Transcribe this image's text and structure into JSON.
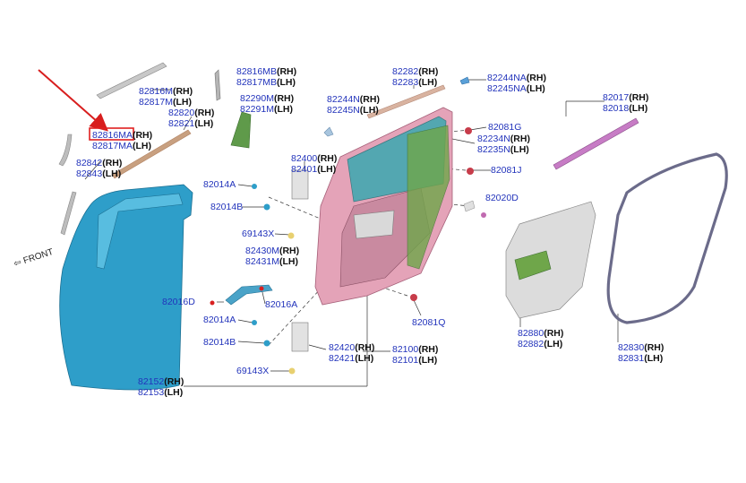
{
  "front_label": "FRONT",
  "colors": {
    "part_number": "#2233bb",
    "side": "#111111",
    "highlight": "#e02020",
    "pointer": "#d81e1e",
    "door_blue": "#2e9ec9",
    "door_pink": "#e4a3b8",
    "glass": "#3aa8b0",
    "green": "#6fa64a",
    "seal": "#6b6b8a"
  },
  "labels": {
    "l01": {
      "p1": "82816M",
      "s1": "(RH)",
      "p2": "82817M",
      "s2": "(LH)"
    },
    "l02": {
      "p1": "82816MA",
      "s1": "(RH)",
      "p2": "82817MA",
      "s2": "(LH)"
    },
    "l03": {
      "p1": "82820",
      "s1": "(RH)",
      "p2": "82821",
      "s2": "(LH)"
    },
    "l04": {
      "p1": "82842",
      "s1": "(RH)",
      "p2": "82843",
      "s2": "(LH)"
    },
    "l05": {
      "p1": "82816MB",
      "s1": "(RH)",
      "p2": "82817MB",
      "s2": "(LH)"
    },
    "l06": {
      "p1": "82290M",
      "s1": "(RH)",
      "p2": "82291M",
      "s2": "(LH)"
    },
    "l07": {
      "p1": "82282",
      "s1": "(RH)",
      "p2": "82283",
      "s2": "(LH)"
    },
    "l08": {
      "p1": "82244NA",
      "s1": "(RH)",
      "p2": "82245NA",
      "s2": "(LH)"
    },
    "l09": {
      "p1": "82244N",
      "s1": "(RH)",
      "p2": "82245N",
      "s2": "(LH)"
    },
    "l10": {
      "p1": "82017",
      "s1": "(RH)",
      "p2": "82018",
      "s2": "(LH)"
    },
    "l11": {
      "p1": "82081G",
      "s1": "",
      "p2": "",
      "s2": ""
    },
    "l12": {
      "p1": "82234N",
      "s1": "(RH)",
      "p2": "82235N",
      "s2": "(LH)"
    },
    "l13": {
      "p1": "82400",
      "s1": "(RH)",
      "p2": "82401",
      "s2": "(LH)"
    },
    "l14": {
      "p1": "82081J",
      "s1": "",
      "p2": "",
      "s2": ""
    },
    "l15": {
      "p1": "82014A",
      "s1": "",
      "p2": "",
      "s2": ""
    },
    "l16": {
      "p1": "82014B",
      "s1": "",
      "p2": "",
      "s2": ""
    },
    "l17": {
      "p1": "82020D",
      "s1": "",
      "p2": "",
      "s2": ""
    },
    "l18": {
      "p1": "69143X",
      "s1": "",
      "p2": "",
      "s2": ""
    },
    "l19": {
      "p1": "82430M",
      "s1": "(RH)",
      "p2": "82431M",
      "s2": "(LH)"
    },
    "l20": {
      "p1": "82016D",
      "s1": "",
      "p2": "",
      "s2": ""
    },
    "l21": {
      "p1": "82016A",
      "s1": "",
      "p2": "",
      "s2": ""
    },
    "l22": {
      "p1": "82081Q",
      "s1": "",
      "p2": "",
      "s2": ""
    },
    "l23": {
      "p1": "82014A",
      "s1": "",
      "p2": "",
      "s2": ""
    },
    "l24": {
      "p1": "82880",
      "s1": "(RH)",
      "p2": "82882",
      "s2": "(LH)"
    },
    "l25": {
      "p1": "82830",
      "s1": "(RH)",
      "p2": "82831",
      "s2": "(LH)"
    },
    "l26": {
      "p1": "82014B",
      "s1": "",
      "p2": "",
      "s2": ""
    },
    "l27": {
      "p1": "82420",
      "s1": "(RH)",
      "p2": "82421",
      "s2": "(LH)"
    },
    "l28": {
      "p1": "82100",
      "s1": "(RH)",
      "p2": "82101",
      "s2": "(LH)"
    },
    "l29": {
      "p1": "69143X",
      "s1": "",
      "p2": "",
      "s2": ""
    },
    "l30": {
      "p1": "82152",
      "s1": "(RH)",
      "p2": "82153",
      "s2": "(LH)"
    }
  }
}
